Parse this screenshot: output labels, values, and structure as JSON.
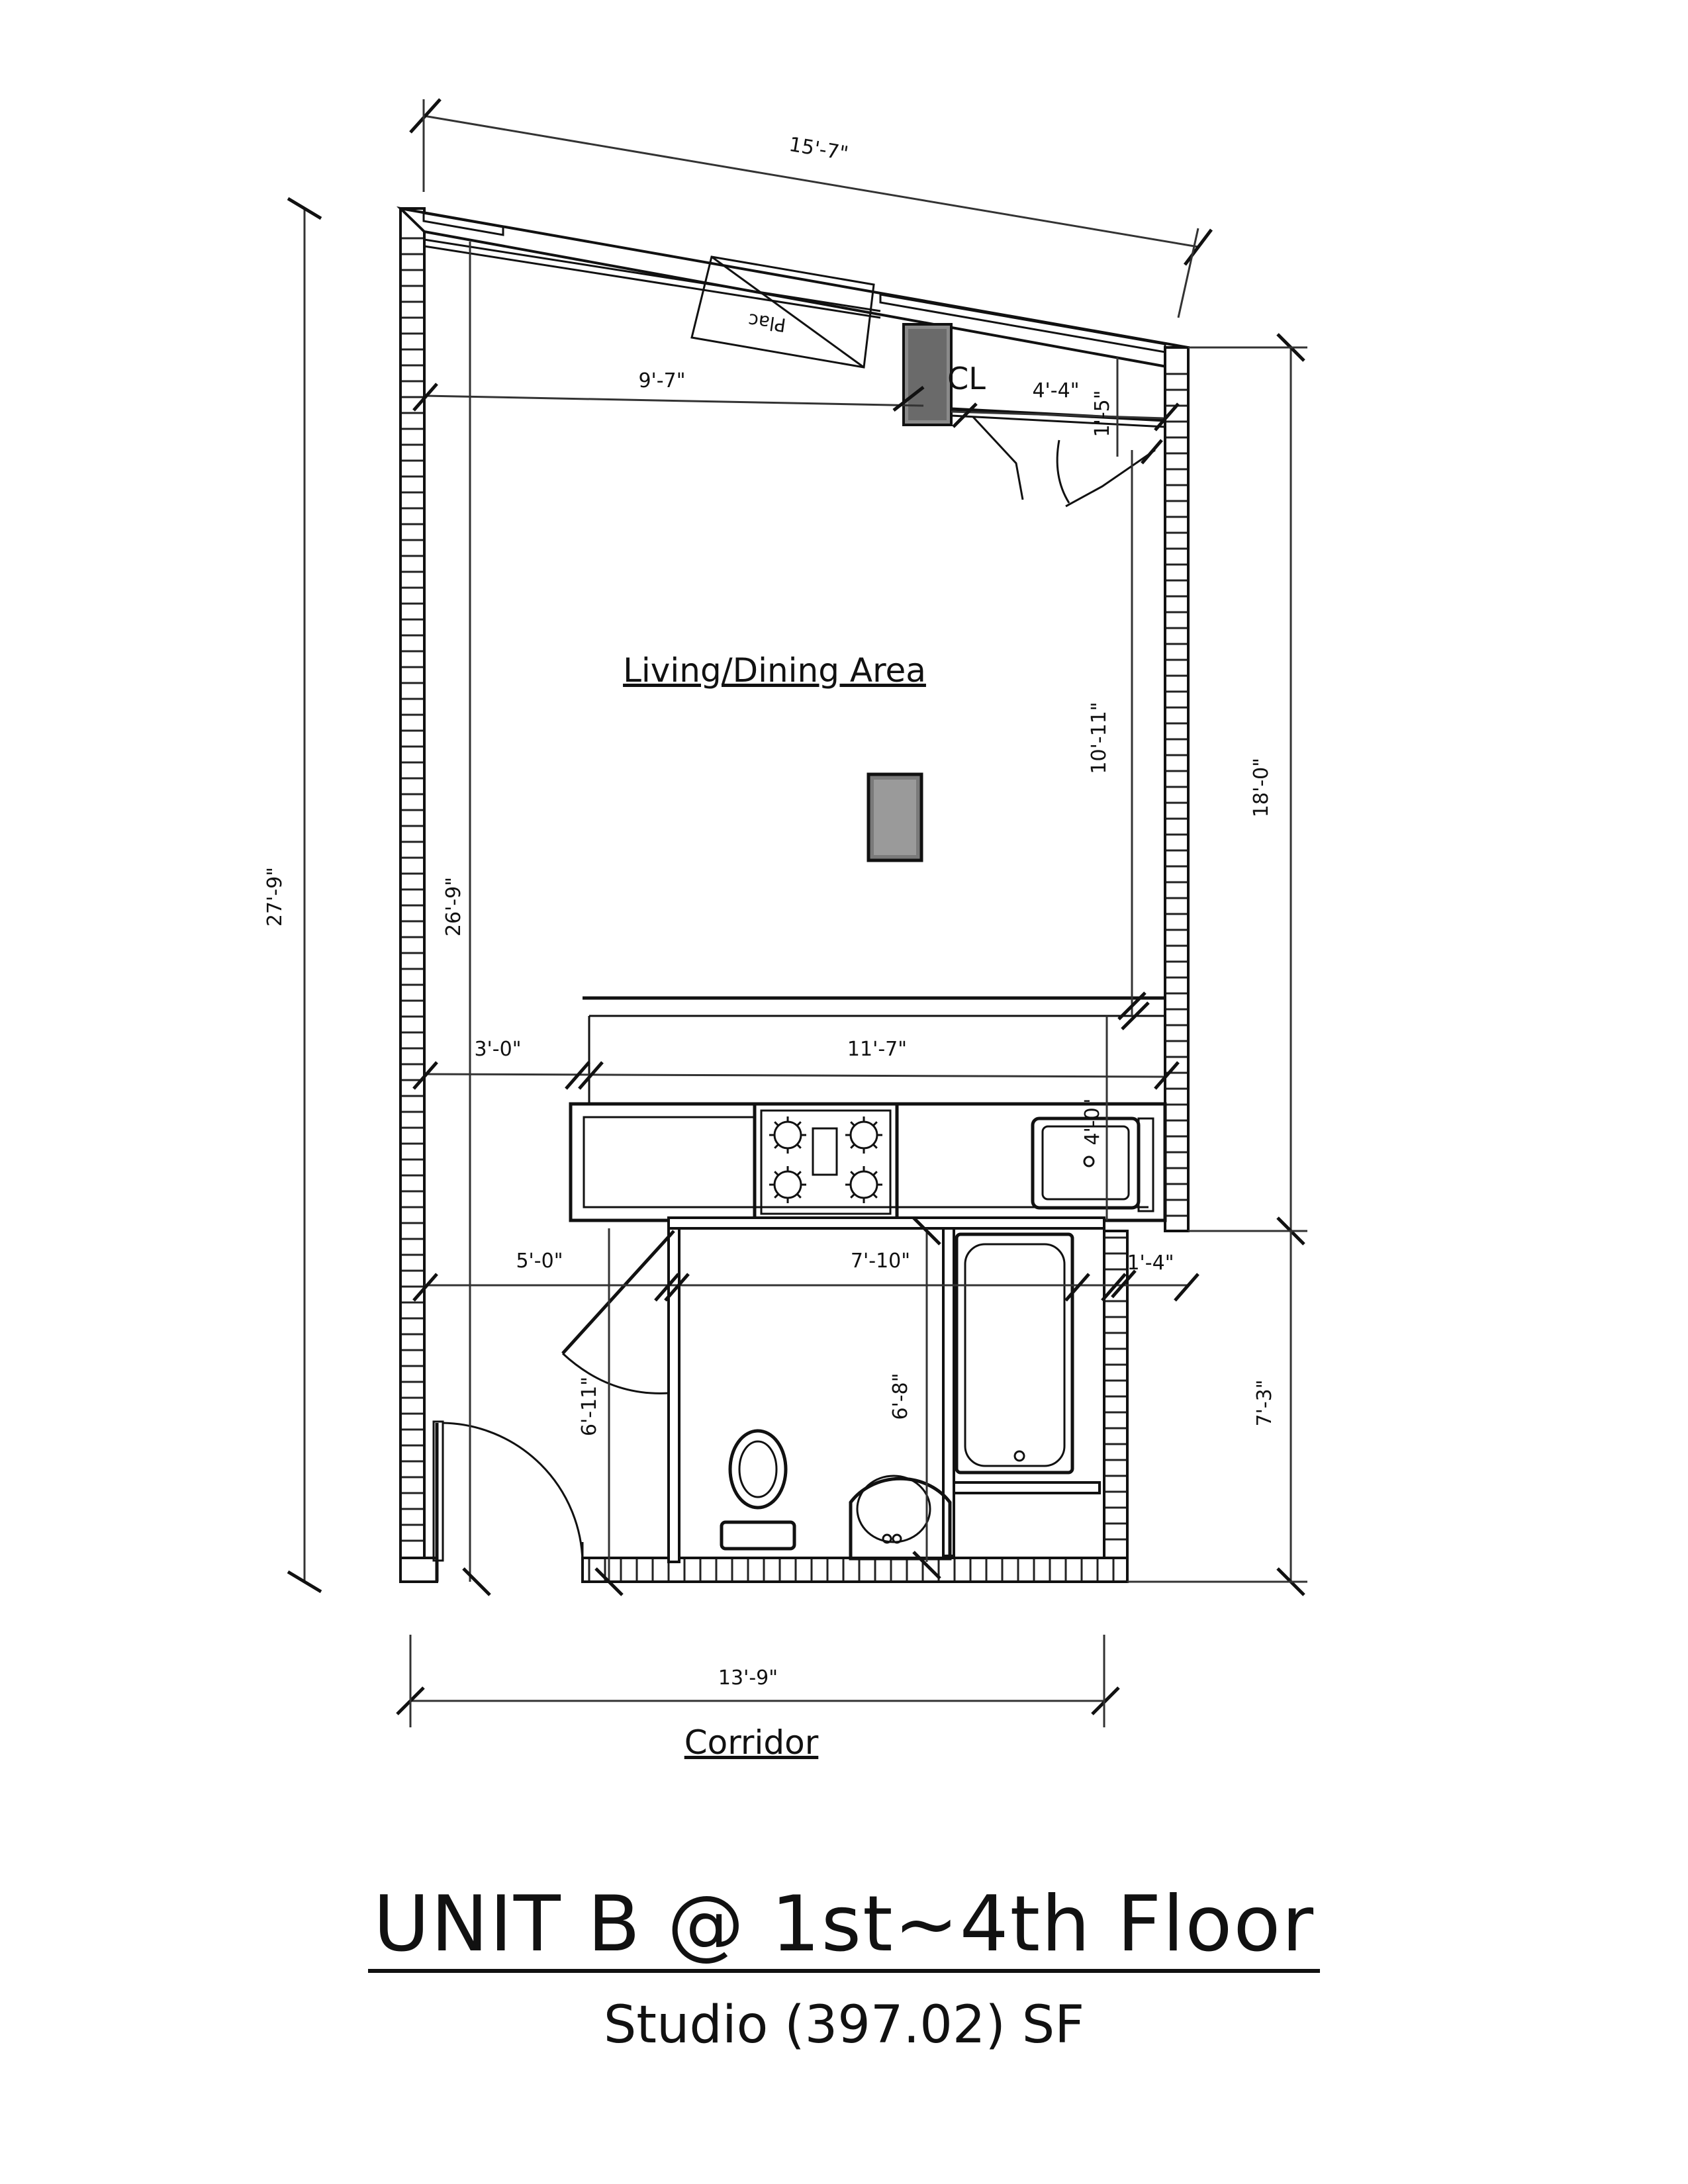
{
  "plan": {
    "dimensions": {
      "top_width": "15'-7\"",
      "living_width": "9'-7\"",
      "closet_width": "4'-4\"",
      "closet_depth": "1'-5\"",
      "living_height": "10'-11\"",
      "right_upper": "18'-0\"",
      "overall_height": "27'-9\"",
      "inner_height": "26'-9\"",
      "kitchen_left": "3'-0\"",
      "kitchen_width": "11'-7\"",
      "counter_depth": "4'-0\"",
      "entry_width": "5'-0\"",
      "bath_width": "7'-10\"",
      "bath_side": "1'-4\"",
      "entry_depth": "6'-11\"",
      "bath_depth": "6'-8\"",
      "right_lower": "7'-3\"",
      "bottom_width": "13'-9\""
    },
    "labels": {
      "living": "Living/Dining Area",
      "closet": "CL",
      "plac": "Plac",
      "corridor": "Corridor"
    }
  },
  "title": {
    "unit": "UNIT B @ 1st~4th Floor",
    "area": "Studio (397.02) SF"
  }
}
